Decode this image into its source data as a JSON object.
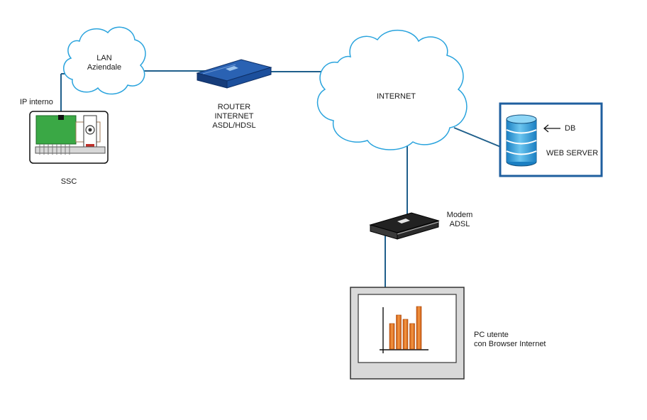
{
  "lan": {
    "line1": "LAN",
    "line2": "Aziendale"
  },
  "ssc": {
    "ip_label": "IP interno",
    "label": "SSC"
  },
  "router": {
    "line1": "ROUTER",
    "line2": "INTERNET",
    "line3": "ASDL/HDSL"
  },
  "internet": {
    "label": "INTERNET"
  },
  "web_server": {
    "db_label": "DB",
    "label": "WEB SERVER"
  },
  "modem": {
    "line1": "Modem",
    "line2": "ADSL"
  },
  "pc": {
    "line1": "PC utente",
    "line2": "con Browser Internet"
  },
  "colors": {
    "link": "#1f5f8b",
    "cloud_stroke": "#29a3dd",
    "router_blue": "#1c4f9c",
    "server_frame": "#1f5f9f",
    "db_blue": "#2e9fd8",
    "bar_orange": "#e8741c",
    "board_green": "#3aa845"
  },
  "chart_data": {
    "type": "bar",
    "values": [
      3,
      4,
      3.5,
      3,
      5
    ]
  }
}
